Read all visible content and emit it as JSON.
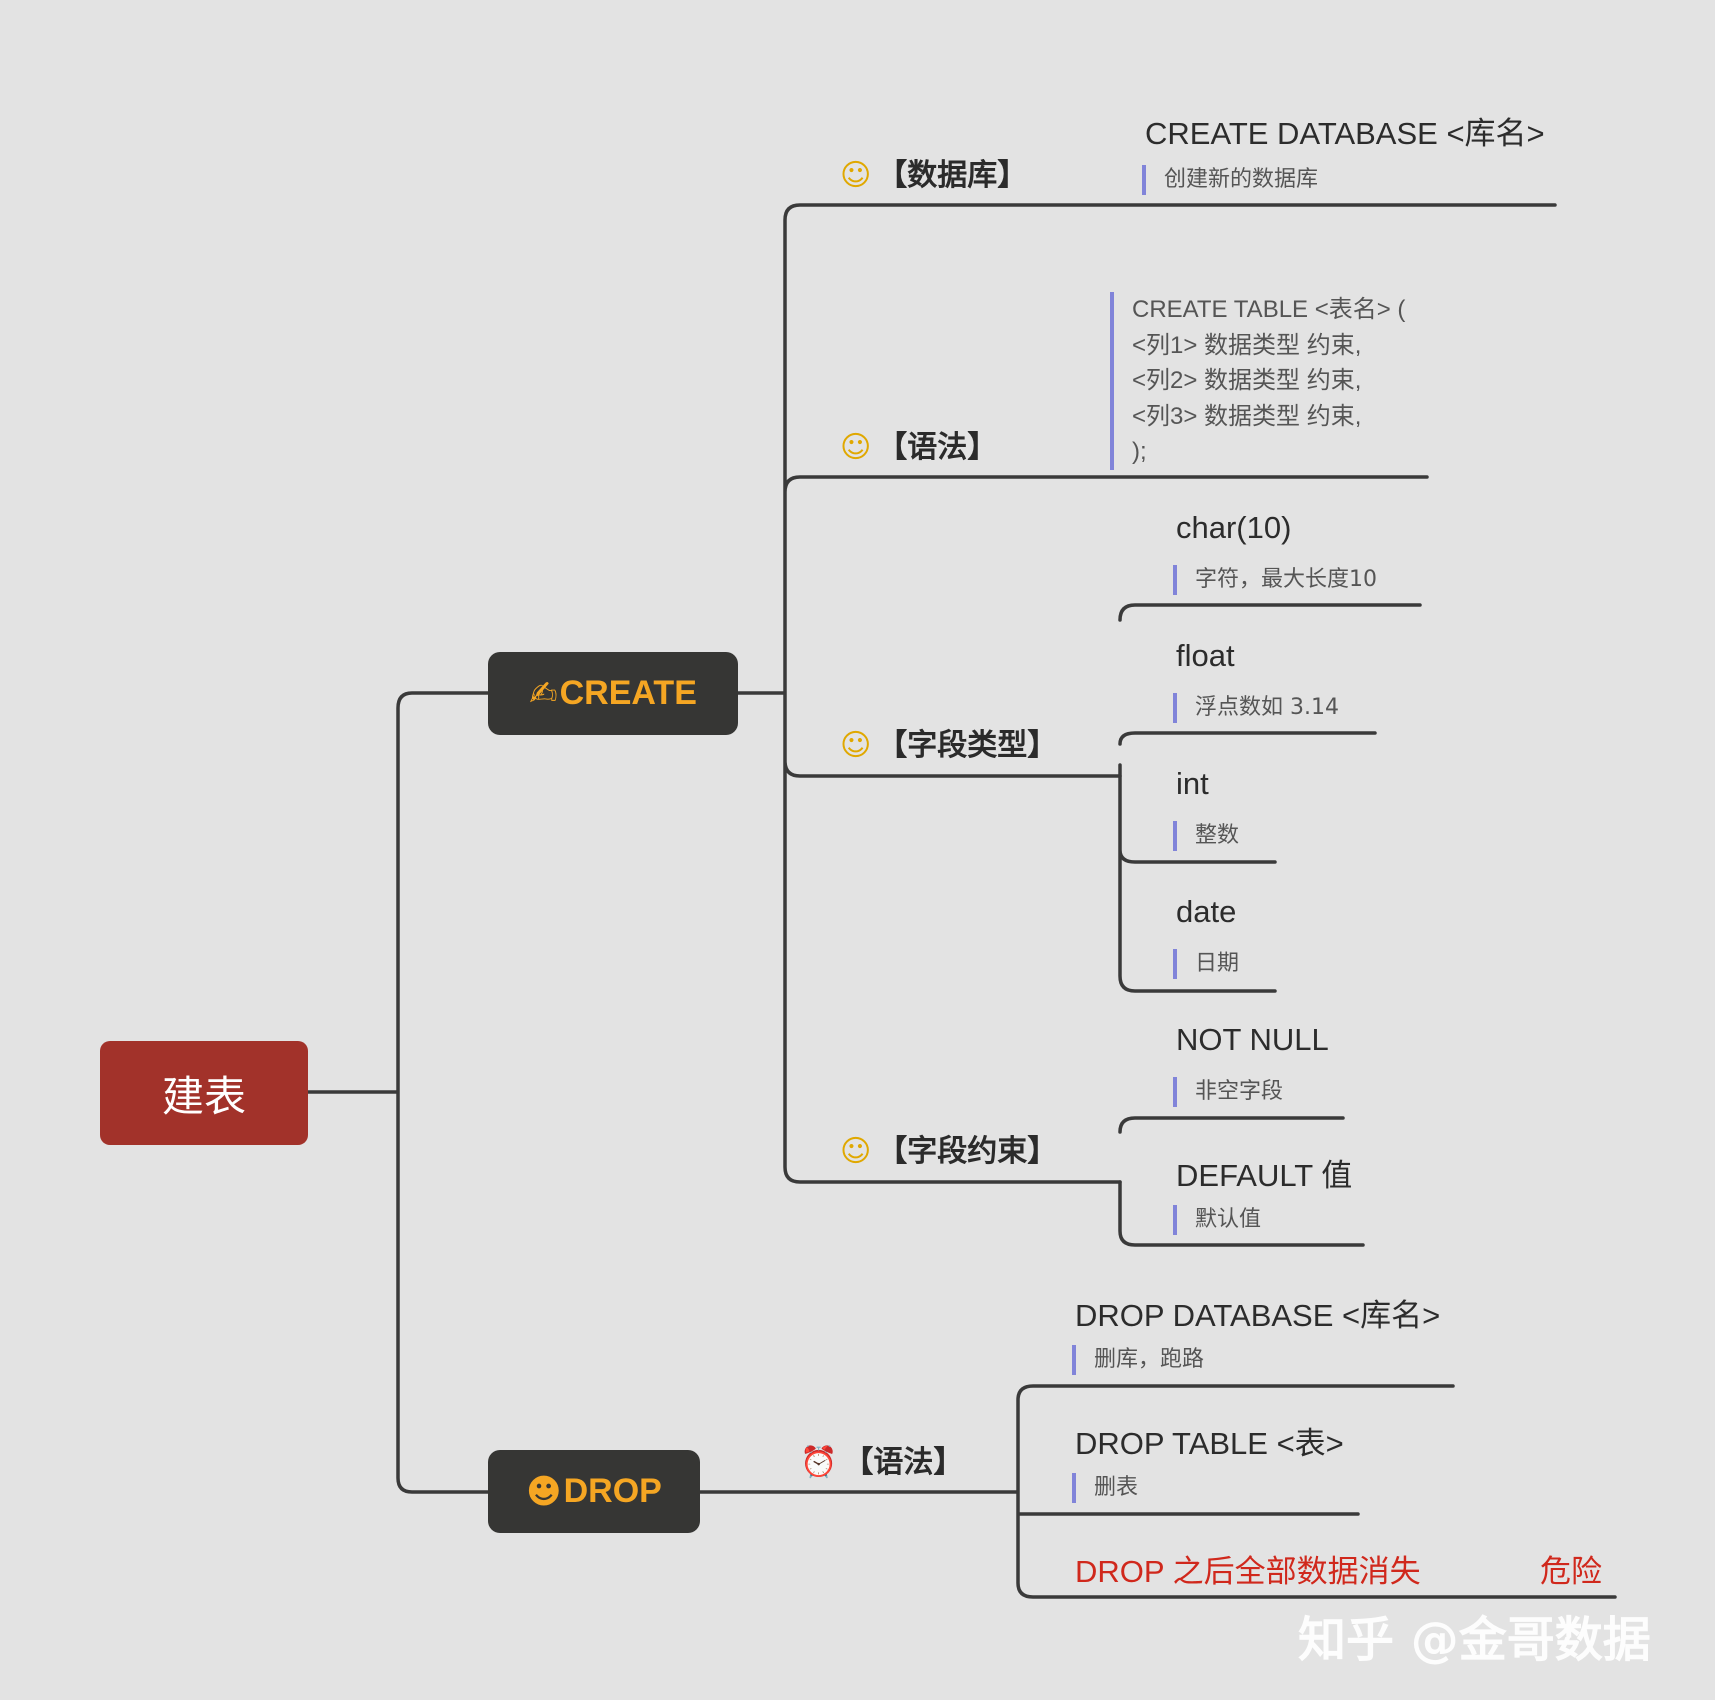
{
  "root": {
    "label": "建表"
  },
  "create": {
    "emoji": "✍",
    "label": "CREATE",
    "branches": {
      "database": {
        "emoji": "☺",
        "label": "【数据库】",
        "leaf": {
          "title": "CREATE DATABASE <库名>",
          "note": "创建新的数据库"
        }
      },
      "syntax": {
        "emoji": "☺",
        "label": "【语法】",
        "code": [
          "CREATE TABLE <表名> (",
          "<列1> 数据类型 约束,",
          "<列2> 数据类型 约束,",
          "<列3> 数据类型 约束,",
          ");"
        ]
      },
      "types": {
        "emoji": "☺",
        "label": "【字段类型】",
        "leaves": [
          {
            "title": "char(10)",
            "note": "字符，最大长度10"
          },
          {
            "title": "float",
            "note": "浮点数如 3.14"
          },
          {
            "title": "int",
            "note": "整数"
          },
          {
            "title": "date",
            "note": "日期"
          }
        ]
      },
      "constraints": {
        "emoji": "☺",
        "label": "【字段约束】",
        "leaves": [
          {
            "title": "NOT NULL",
            "note": "非空字段"
          },
          {
            "title": "DEFAULT 值",
            "note": "默认值"
          }
        ]
      }
    }
  },
  "drop": {
    "emoji": "☻",
    "label": "DROP",
    "branch": {
      "emoji": "⏰",
      "label": "【语法】",
      "leaves": [
        {
          "title": "DROP DATABASE <库名>",
          "note": "删库，跑路"
        },
        {
          "title": "DROP TABLE <表>",
          "note": "删表"
        }
      ],
      "warning": {
        "text": "DROP 之后全部数据消失",
        "tag": "危险"
      }
    }
  },
  "watermark": "知乎 @金哥数据",
  "colors": {
    "background": "#e3e3e3",
    "root": "#a2322a",
    "node": "#363634",
    "accent": "#f5a623",
    "note_bar": "#8184d9",
    "danger": "#d0281c",
    "line": "#3a3a3a"
  }
}
